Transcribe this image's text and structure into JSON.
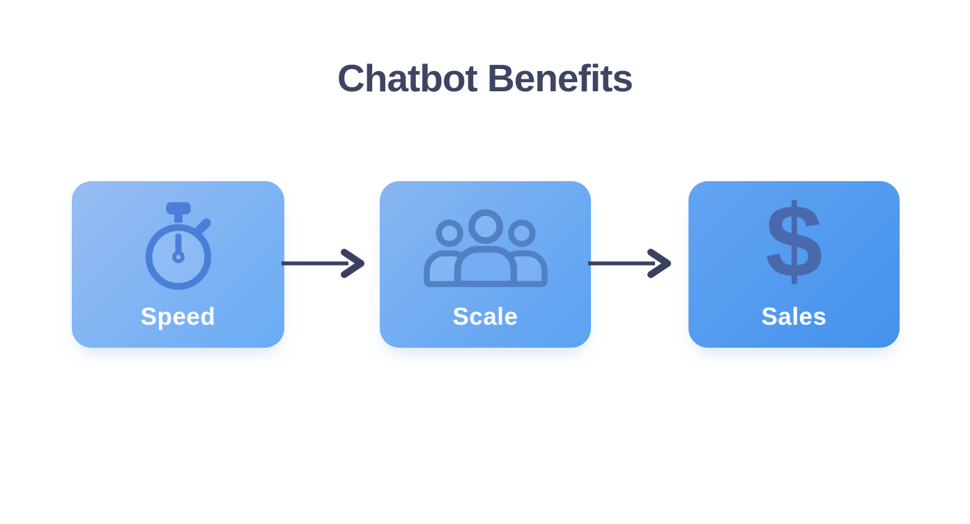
{
  "page": {
    "title": "Chatbot Benefits"
  },
  "diagram": {
    "nodes": [
      {
        "label": "Speed",
        "icon": "stopwatch-icon",
        "icon_color": "#4a7fd8"
      },
      {
        "label": "Scale",
        "icon": "users-icon",
        "icon_color": "#5181c4"
      },
      {
        "label": "Sales",
        "icon": "dollar-icon",
        "icon_glyph": "$",
        "icon_color": "#4a69ad"
      }
    ],
    "connectors": [
      {
        "from": "Speed",
        "to": "Scale",
        "style": "arrow-right"
      },
      {
        "from": "Scale",
        "to": "Sales",
        "style": "arrow-right"
      }
    ]
  },
  "colors": {
    "background": "#ffffff",
    "title_text": "#3e4563",
    "arrow": "#3a4160",
    "card_label_text": "#ffffff",
    "card_gradients": [
      {
        "from": "#97bdf2",
        "to": "#6aabf5"
      },
      {
        "from": "#88b6f1",
        "to": "#5aa2f3"
      },
      {
        "from": "#63a4f1",
        "to": "#4492ee"
      }
    ]
  }
}
